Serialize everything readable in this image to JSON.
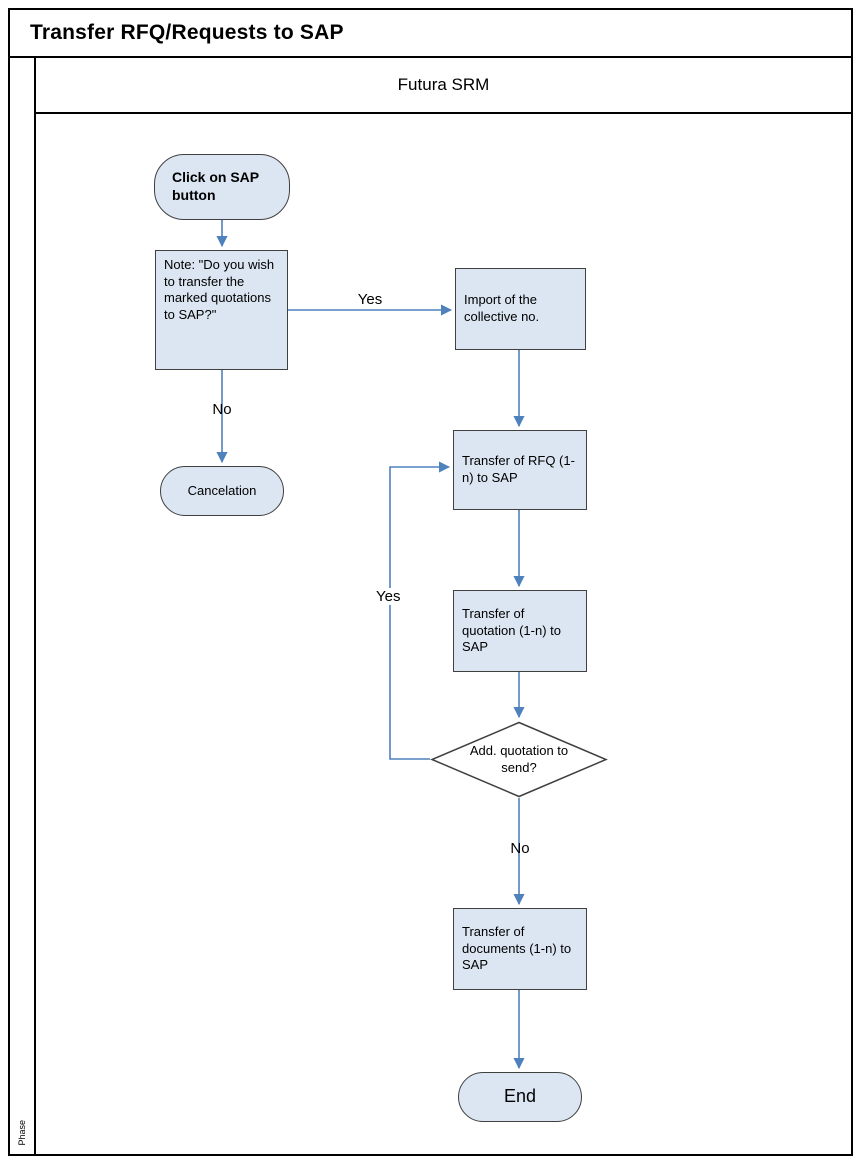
{
  "title": "Transfer RFQ/Requests to SAP",
  "lane": {
    "header": "Futura SRM",
    "phase_label": "Phase"
  },
  "colors": {
    "node_fill": "#dce6f2",
    "node_border": "#404040",
    "arrow": "#4f81bd",
    "frame": "#000000"
  },
  "nodes": {
    "start": "Click on SAP button",
    "note": "Note: \"Do you wish to transfer the marked quotations to SAP?\"",
    "import": "Import of the collective no.",
    "cancel": "Cancelation",
    "transfer_rfq": "Transfer of RFQ (1-n) to SAP",
    "transfer_quotation": "Transfer of quotation (1-n) to SAP",
    "decision": "Add. quotation to send?",
    "transfer_documents": "Transfer of documents (1-n) to SAP",
    "end": "End"
  },
  "edge_labels": {
    "yes_import": "Yes",
    "no_cancel": "No",
    "yes_loop": "Yes",
    "no_documents": "No"
  }
}
